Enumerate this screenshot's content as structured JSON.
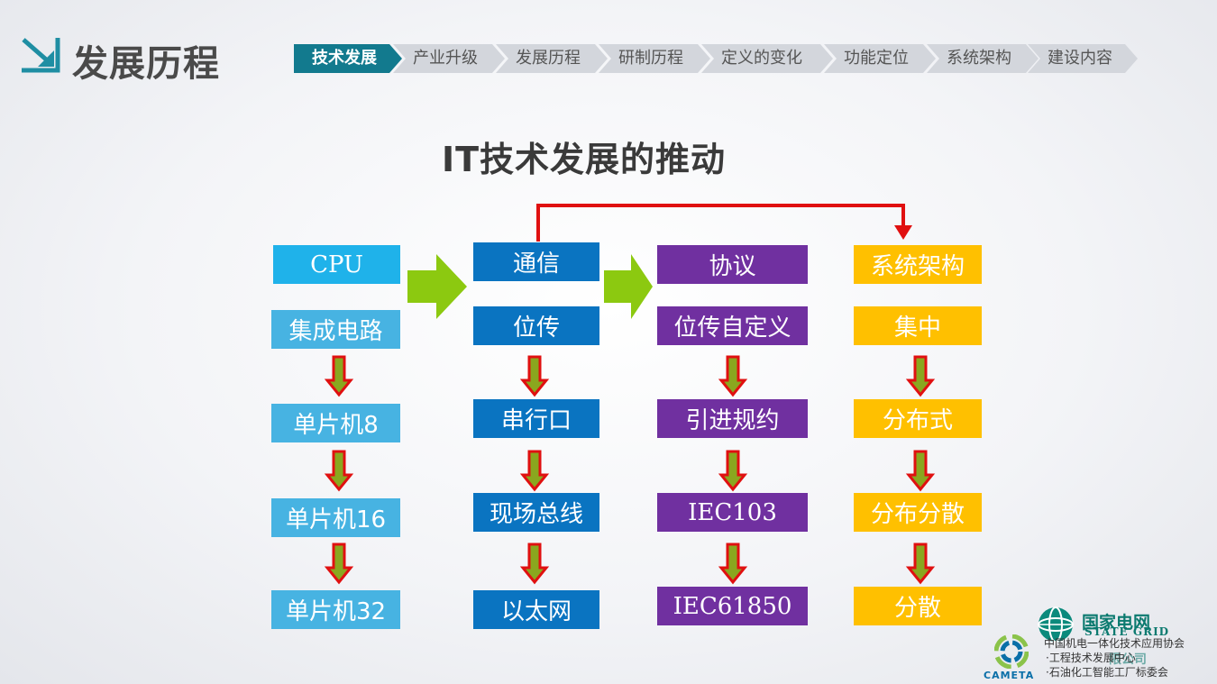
{
  "header": {
    "section_title": "发展历程",
    "tabs": [
      {
        "label": "技术发展",
        "active": true
      },
      {
        "label": "产业升级",
        "active": false
      },
      {
        "label": "发展历程",
        "active": false
      },
      {
        "label": "研制历程",
        "active": false
      },
      {
        "label": "定义的变化",
        "active": false
      },
      {
        "label": "功能定位",
        "active": false
      },
      {
        "label": "系统架构",
        "active": false
      },
      {
        "label": "建设内容",
        "active": false
      }
    ]
  },
  "main_title": "IT技术发展的推动",
  "columns": [
    {
      "color": "#47b3e2",
      "items": [
        "CPU",
        "集成电路",
        "单片机8",
        "单片机16",
        "单片机32"
      ]
    },
    {
      "color": "#0a74c1",
      "items": [
        "通信",
        "位传",
        "串行口",
        "现场总线",
        "以太网"
      ]
    },
    {
      "color": "#7030a0",
      "items": [
        "协议",
        "位传自定义",
        "引进规约",
        "IEC103",
        "IEC61850"
      ]
    },
    {
      "color": "#ffc000",
      "items": [
        "系统架构",
        "集中",
        "分布式",
        "分布分散",
        "分散"
      ]
    }
  ],
  "colors": {
    "green_arrow": "#8cc910",
    "red_arrow": "#e01010",
    "down_arrow_fill": "#8aa71f",
    "accent": "#127a8e"
  },
  "footer": {
    "state_grid_name": "国家电网",
    "state_grid_en": "STATE GRID",
    "state_grid_sub": "限公司",
    "assoc_line1": "中国机电一体化技术应用协会",
    "assoc_line2": "·工程技术发展中心",
    "assoc_line3": "·石油化工智能工厂标委会",
    "cameta": "CAMETA"
  }
}
